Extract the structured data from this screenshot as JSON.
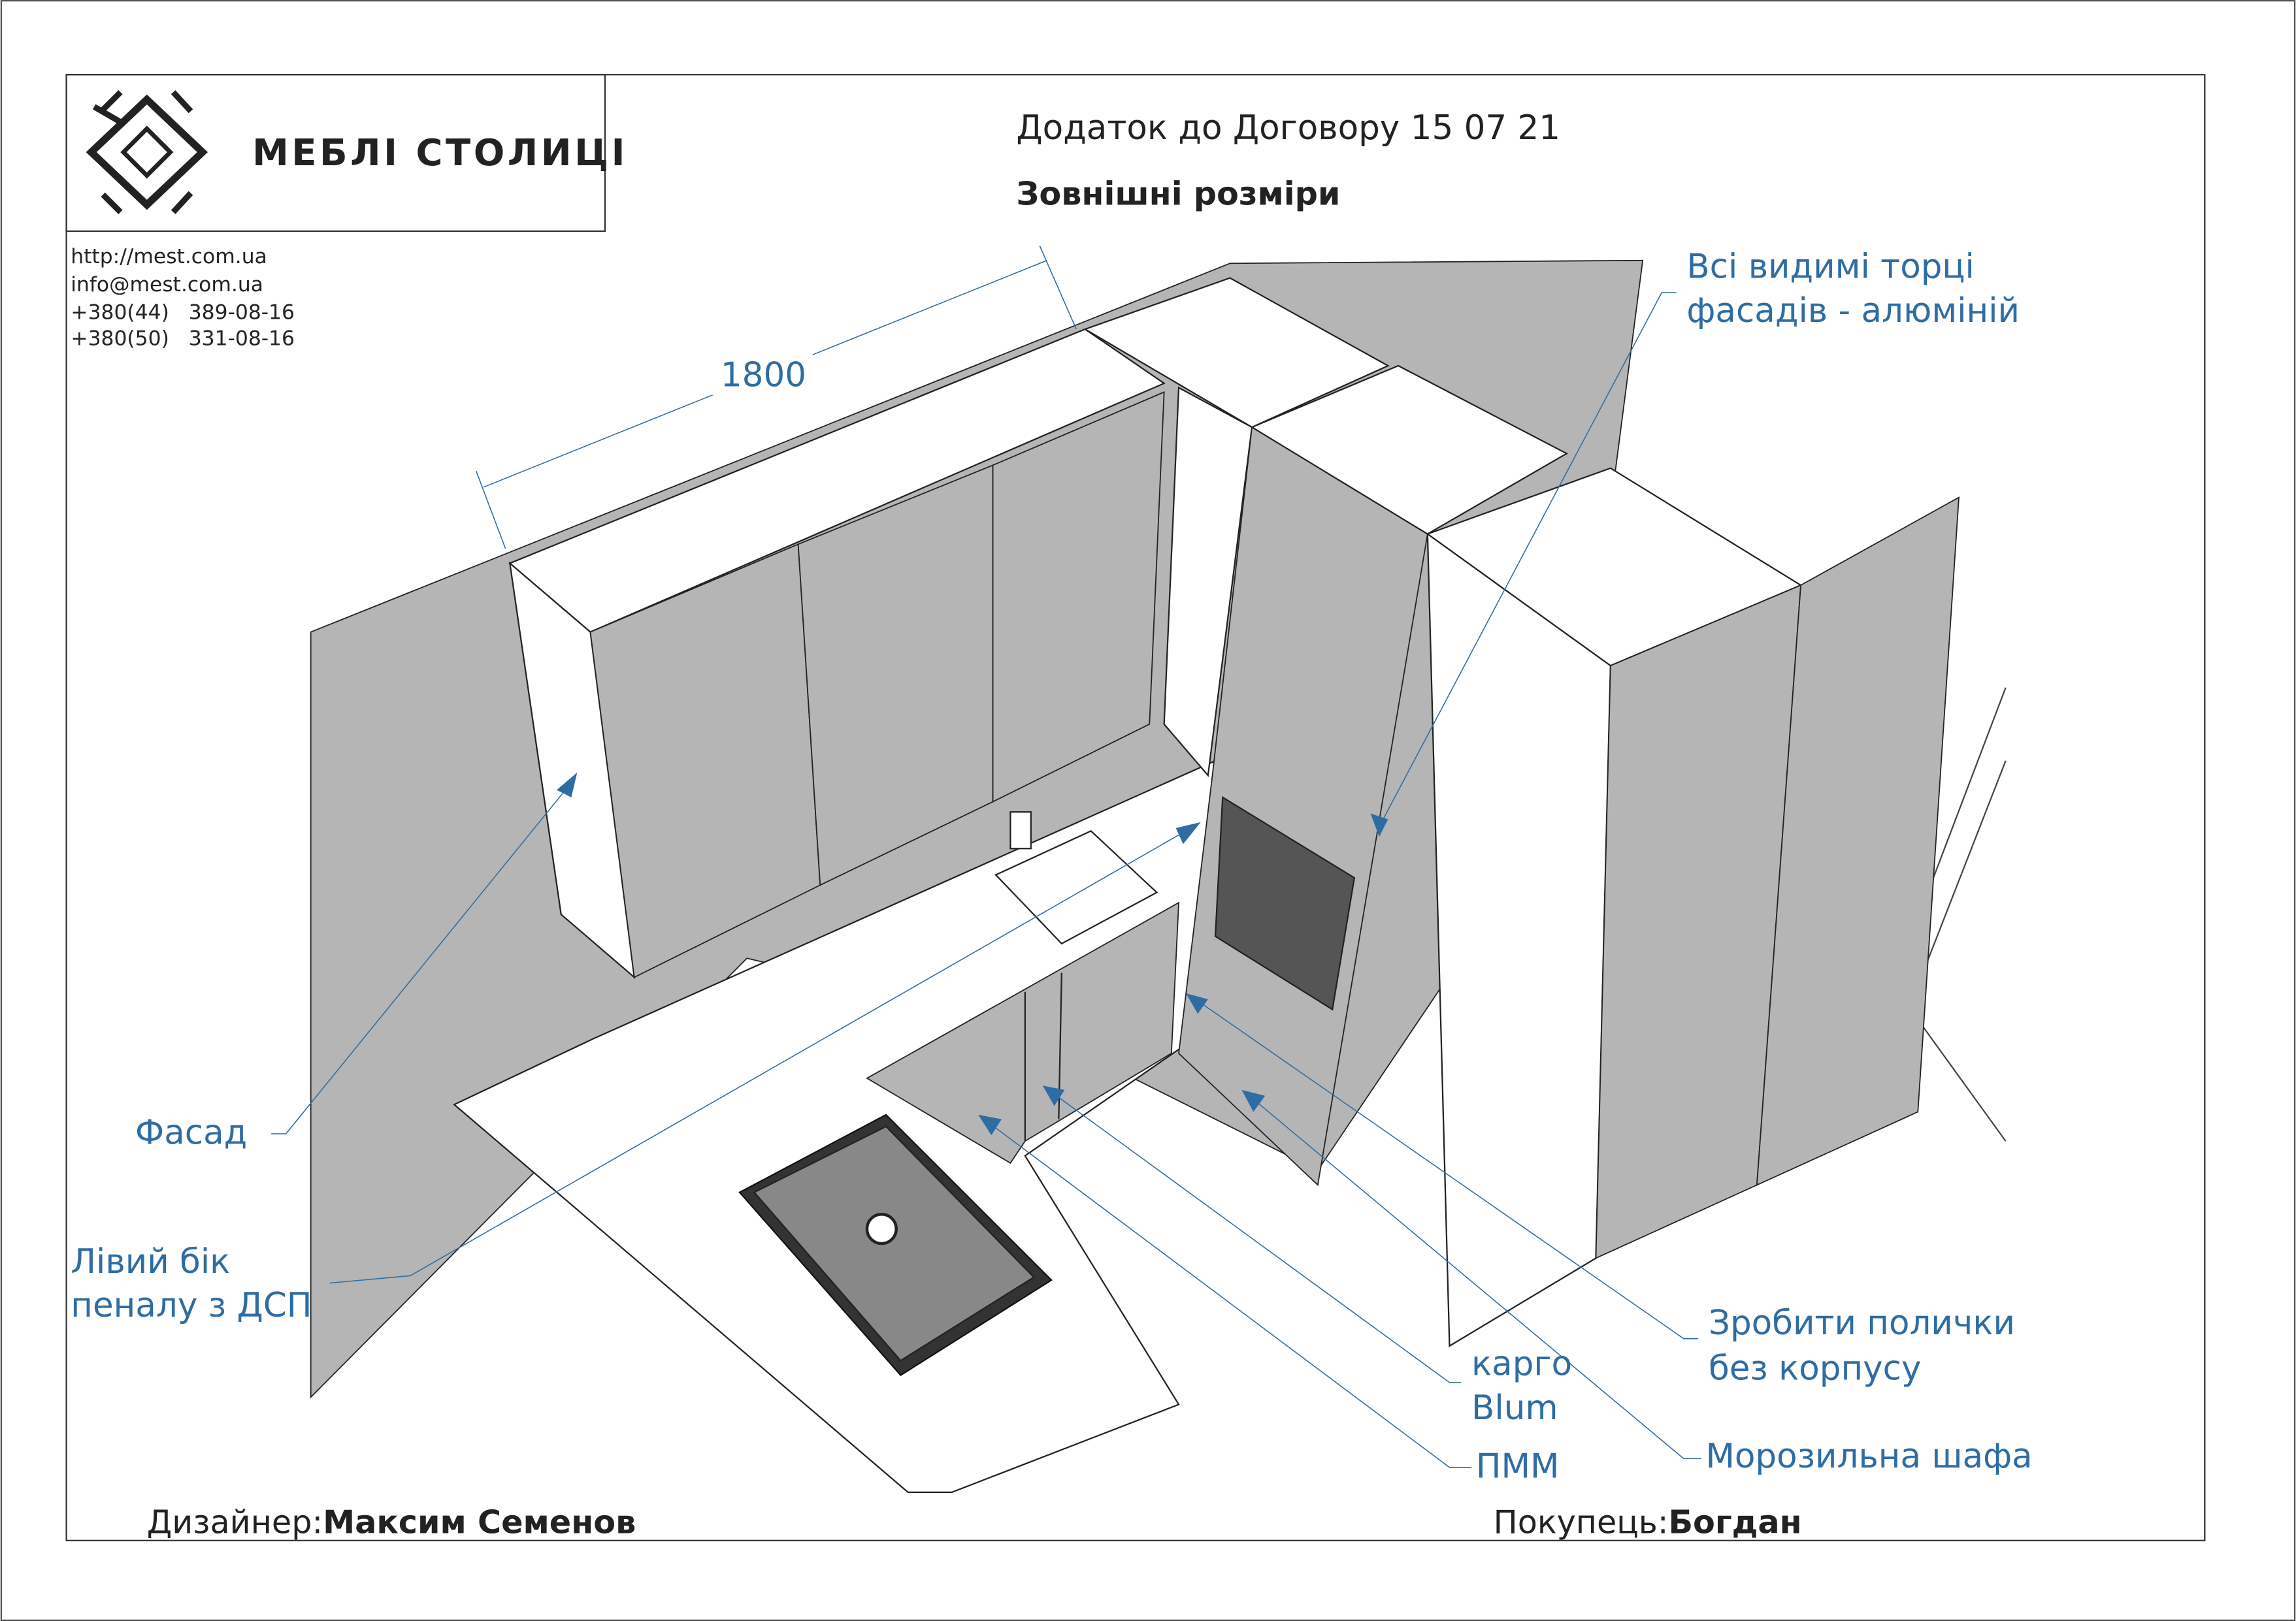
{
  "header": {
    "logo_text": "МЕБЛІ СТОЛИЦІ",
    "contract": "Додаток до Договору 15 07 21",
    "subtitle": "Зовнішні розміри"
  },
  "contacts": [
    "http://mest.com.ua",
    "info@mest.com.ua",
    "+380(44)   389-08-16",
    "+380(50)   331-08-16"
  ],
  "dimension": "1800",
  "annotations": {
    "aluminium_line1": "Всі видимі торці",
    "aluminium_line2": "фасадів - алюміній",
    "facade": "Фасад",
    "left_side_line1": "Лівий бік",
    "left_side_line2": "пеналу з ДСП",
    "shelves_line1": "Зробити полички",
    "shelves_line2": "без корпусу",
    "cargo_line1": "карго",
    "cargo_line2": "Blum",
    "dishwasher": "ПММ",
    "freezer": "Морозильна шафа"
  },
  "footer": {
    "designer_label": "Дизайнер:",
    "designer_name": "Максим Семенов",
    "buyer_label": "Покупець:",
    "buyer_name": "Богдан"
  },
  "colors": {
    "annotation": "#2e6da4",
    "wall": "#b5b5b5"
  }
}
